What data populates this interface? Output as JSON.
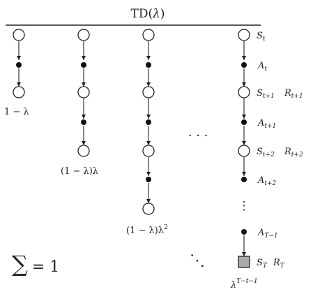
{
  "title": {
    "pre": "TD(",
    "lam": "λ",
    "post": ")"
  },
  "weights": {
    "w1": "1 − λ",
    "w2": "(1 − λ)λ",
    "w3_base": "(1 − λ)λ",
    "w3_exp": "2",
    "wT_base": "λ",
    "wT_exp": "T−t−1"
  },
  "labels": {
    "s_t": {
      "base": "S",
      "sub": "t"
    },
    "a_t": {
      "base": "A",
      "sub": "t"
    },
    "s_t1": {
      "base": "S",
      "sub": "t+1"
    },
    "r_t1": {
      "base": "R",
      "sub": "t+1"
    },
    "a_t1": {
      "base": "A",
      "sub": "t+1"
    },
    "s_t2": {
      "base": "S",
      "sub": "t+2"
    },
    "r_t2": {
      "base": "R",
      "sub": "t+2"
    },
    "a_t2": {
      "base": "A",
      "sub": "t+2"
    },
    "a_T1": {
      "base": "A",
      "sub": "T−1"
    },
    "s_T": {
      "base": "S",
      "sub": "T"
    },
    "r_T": {
      "base": "R",
      "sub": "T"
    }
  },
  "sum": {
    "symbol": "∑",
    "rest": "= 1"
  },
  "ellipsis": {
    "h": "· · ·",
    "v": "⋮",
    "d": "⋱"
  },
  "colors": {
    "terminal_fill": "#a9a9a9",
    "stroke": "#222222"
  }
}
